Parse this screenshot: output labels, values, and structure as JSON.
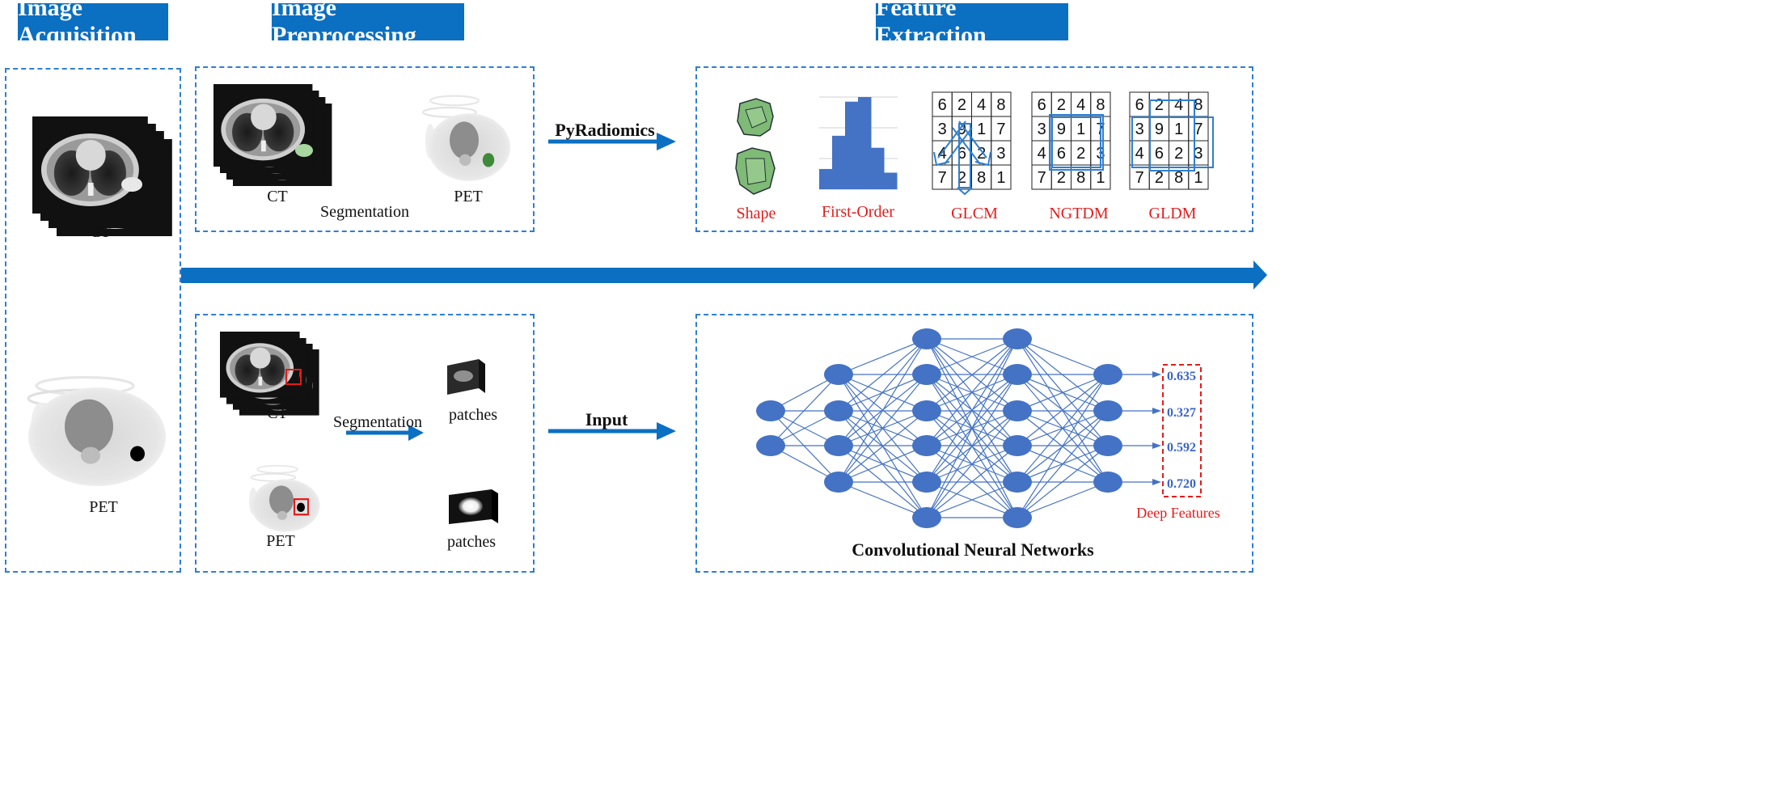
{
  "headers": {
    "acquisition": "Image Acquisition",
    "preprocessing": "Image Preprocessing",
    "extraction": "Feature Extraction"
  },
  "acquisition": {
    "ct": "CT",
    "pet": "PET"
  },
  "preprocessing_top": {
    "ct": "CT",
    "pet": "PET",
    "segmentation": "Segmentation"
  },
  "preprocessing_bottom": {
    "ct": "CT",
    "pet": "PET",
    "segmentation": "Segmentation",
    "patches_1": "patches",
    "patches_2": "patches"
  },
  "arrows": {
    "top": "PyRadiomics",
    "bottom": "Input"
  },
  "radiomics": {
    "shape": "Shape",
    "first_order": "First-Order",
    "glcm": "GLCM",
    "ngtdm": "NGTDM",
    "gldm": "GLDM",
    "matrix": [
      [
        6,
        2,
        4,
        8
      ],
      [
        3,
        9,
        1,
        7
      ],
      [
        4,
        6,
        2,
        3
      ],
      [
        7,
        2,
        8,
        1
      ]
    ]
  },
  "histogram": {
    "values": [
      0.22,
      0.58,
      0.95,
      1.0,
      0.45,
      0.18
    ]
  },
  "cnn": {
    "title": "Convolutional Neural Networks",
    "layers": [
      2,
      4,
      6,
      6,
      4
    ],
    "deep_features_label": "Deep Features",
    "deep_features": [
      "0.635",
      "0.327",
      "0.592",
      "0.720"
    ]
  },
  "colors": {
    "accent": "#0b6fc2",
    "node": "#4472c4",
    "dashed": "#2f7fd1",
    "red": "#e41b1b",
    "tumor": "#5fa35a"
  }
}
